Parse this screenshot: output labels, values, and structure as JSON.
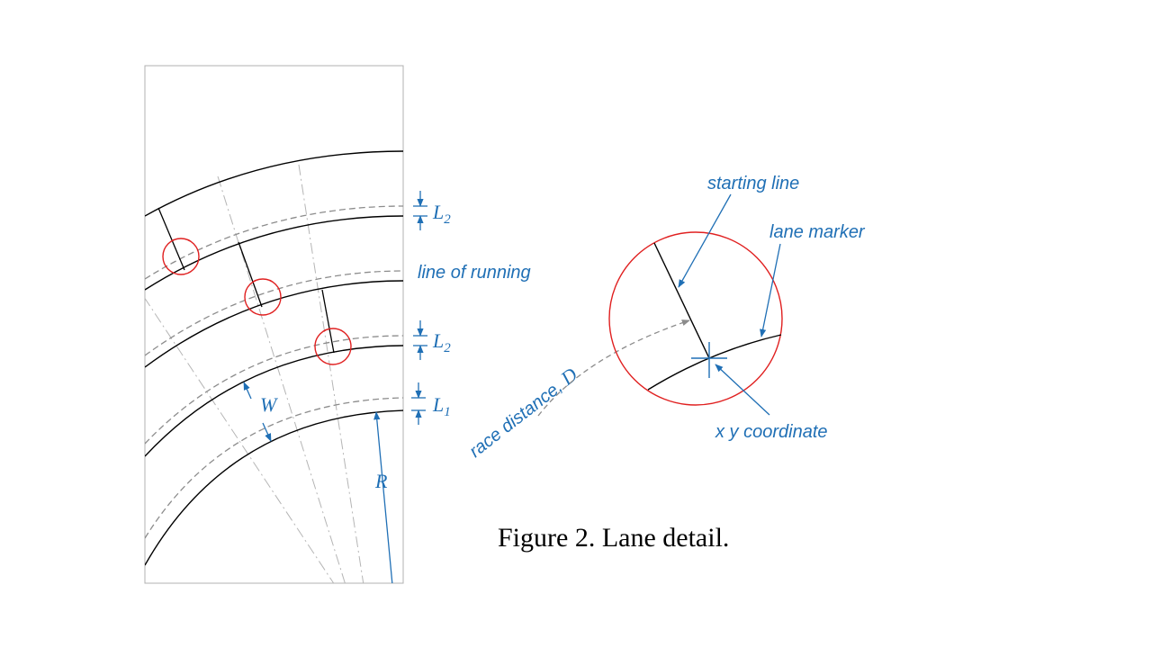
{
  "labels": {
    "L2_top": "L",
    "L2_top_sub": "2",
    "line_of_running": "line of running",
    "L2_mid": "L",
    "L2_mid_sub": "2",
    "L1": "L",
    "L1_sub": "1",
    "W": "W",
    "R": "R",
    "race_distance": "race distance, ",
    "race_distance_symbol": "D",
    "starting_line": "starting line",
    "lane_marker": "lane marker",
    "xy_coordinate": "x y coordinate"
  },
  "caption": "Figure 2.  Lane detail.",
  "colors": {
    "annotation": "#1f6fb5",
    "marker_circle": "#e02020",
    "lane_line": "#000000",
    "running_line": "#8c8c8c",
    "frame": "#b0b0b0"
  }
}
